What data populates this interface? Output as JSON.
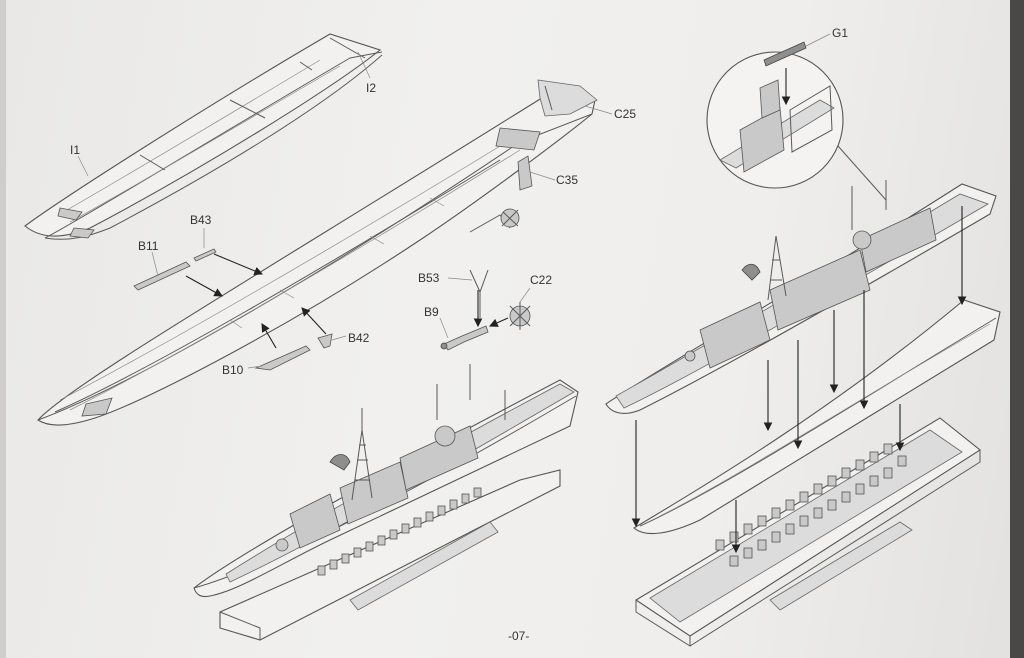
{
  "part_labels": {
    "I1": "I1",
    "I2": "I2",
    "C25": "C25",
    "C35": "C35",
    "B43": "B43",
    "B11": "B11",
    "B53": "B53",
    "C22": "C22",
    "B9": "B9",
    "B42": "B42",
    "B10": "B10",
    "G1": "G1"
  },
  "page_number": "-07-",
  "colors": {
    "paper": "#efeeec",
    "line": "#555555",
    "deck_gray": "#dcdcdc",
    "background": "#3a3836"
  }
}
